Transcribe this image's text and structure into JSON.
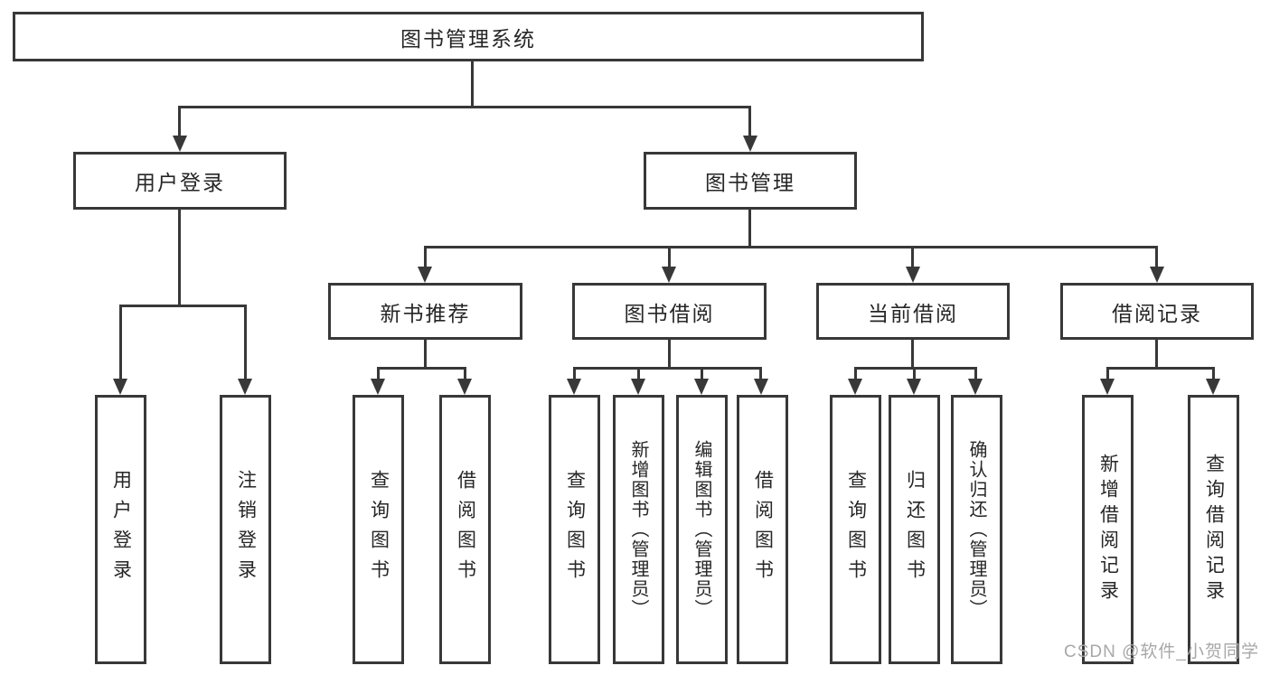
{
  "tree": {
    "root": "图书管理系统",
    "level2": [
      "用户登录",
      "图书管理"
    ],
    "level3": [
      "新书推荐",
      "图书借阅",
      "当前借阅",
      "借阅记录"
    ],
    "level4": {
      "user_login": [
        "用户登录",
        "注销登录"
      ],
      "new_book": [
        "查询图书",
        "借阅图书"
      ],
      "book_borrow": [
        "查询图书",
        "新增图书（管理员）",
        "编辑图书（管理员）",
        "借阅图书"
      ],
      "current_borrow": [
        "查询图书",
        "归还图书",
        "确认归还（管理员）"
      ],
      "borrow_record": [
        "新增借阅记录",
        "查询借阅记录"
      ]
    }
  },
  "watermark": {
    "text": "CSDN @软件_小贺同学"
  },
  "colors": {
    "line": "#383838",
    "box_border": "#383838",
    "text": "#262626",
    "watermark": "#a8a8a8",
    "background": "#ffffff"
  }
}
